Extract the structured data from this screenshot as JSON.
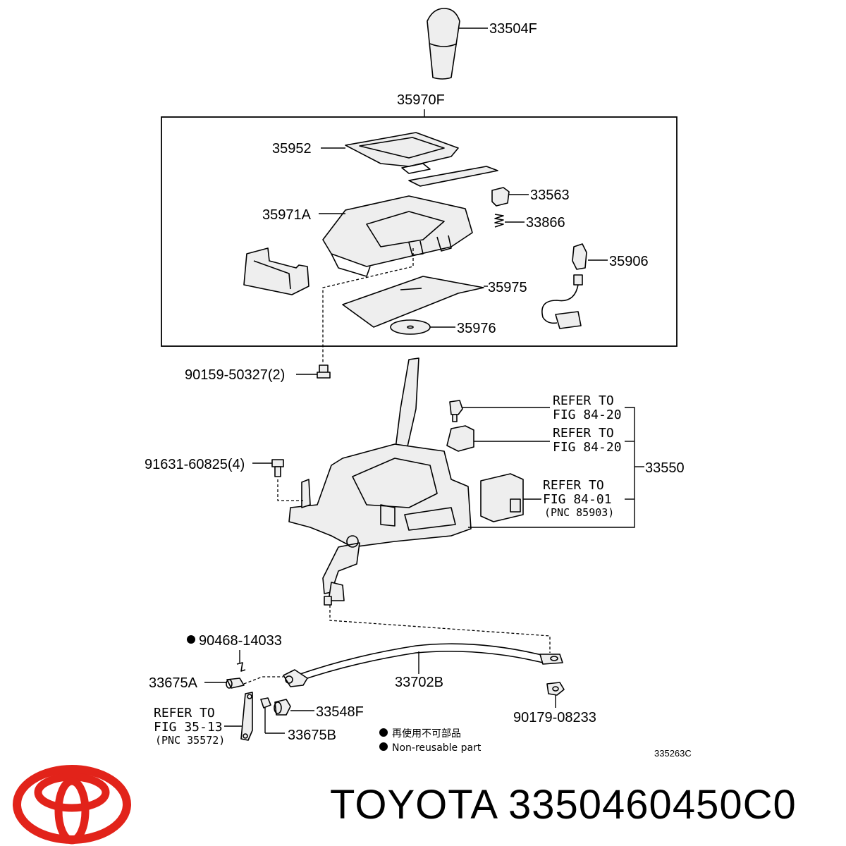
{
  "diagram": {
    "labels": {
      "l33504F": "33504F",
      "l35970F": "35970F",
      "l35952": "35952",
      "l35971A": "35971A",
      "l33563": "33563",
      "l33866": "33866",
      "l35906": "35906",
      "l35975": "35975",
      "l35976": "35976",
      "l90159": "90159-50327(2)",
      "l91631": "91631-60825(4)",
      "l33550": "33550",
      "l90468": "90468-14033",
      "l33675A": "33675A",
      "l33702B": "33702B",
      "l33548F": "33548F",
      "l90179": "90179-08233",
      "l33675B": "33675B"
    },
    "refs": {
      "r1a": "REFER TO",
      "r1b": "FIG 84-20",
      "r2a": "REFER TO",
      "r2b": "FIG 84-20",
      "r3a": "REFER TO",
      "r3b": "FIG 84-01",
      "r3c": "(PNC 85903)",
      "r4a": "REFER TO",
      "r4b": "FIG 35-13",
      "r4c": "(PNC 35572)"
    },
    "legend": {
      "jp": "再使用不可部品",
      "en": "Non-reusable part"
    },
    "code": "335263C"
  },
  "brand": {
    "text": "TOYOTA 3350460450C0",
    "logo": "toyota-logo-icon",
    "logo_color": "#e2231a"
  }
}
